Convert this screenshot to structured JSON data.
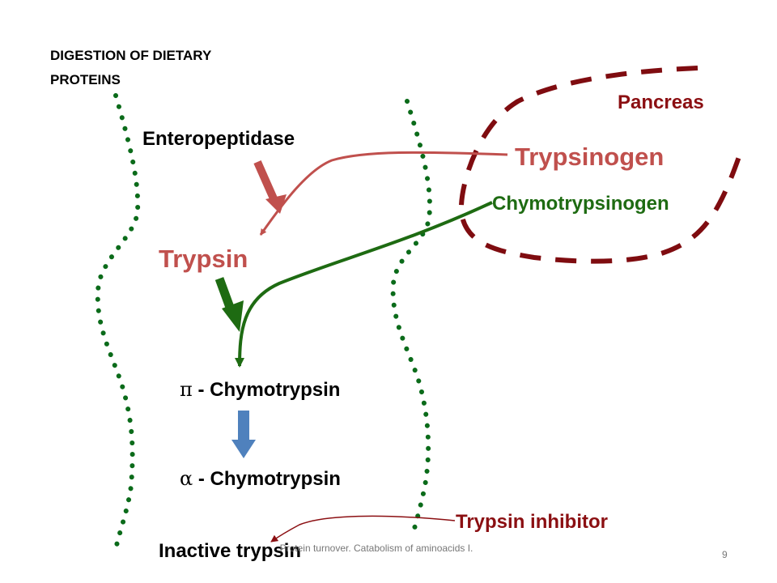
{
  "slide": {
    "title": "DIGESTION OF DIETARY PROTEINS",
    "footer": "Protein turnover. Catabolism of aminoacids I.",
    "page_number": "9"
  },
  "labels": {
    "pancreas": "Pancreas",
    "enteropeptidase": "Enteropeptidase",
    "trypsinogen": "Trypsinogen",
    "chymotrypsinogen": "Chymotrypsinogen",
    "trypsin": "Trypsin",
    "pi_symbol": "π",
    "pi_chymotrypsin": " - Chymotrypsin",
    "alpha_symbol": "α",
    "alpha_chymotrypsin": " - Chymotrypsin",
    "trypsin_inhibitor": "Trypsin inhibitor",
    "inactive_trypsin": "Inactive trypsin"
  },
  "colors": {
    "pancreas_outline": "#7f0c10",
    "trypsin_red": "#c0504d",
    "chymo_green": "#1e6b12",
    "intestine_dots": "#0b6b1a",
    "conversion_arrow": "#4f81bd",
    "inhibitor_line": "#8b0f12"
  }
}
